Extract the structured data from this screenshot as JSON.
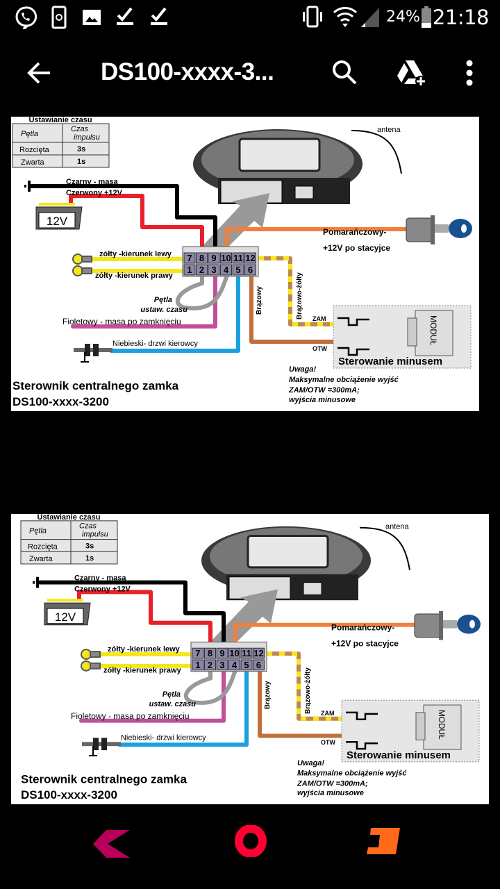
{
  "status_bar": {
    "battery": "24%",
    "time": "21:18",
    "icons": [
      "viber-icon",
      "sync-icon",
      "image-icon",
      "check-download-icon",
      "check-download-icon",
      "vibrate-icon",
      "wifi-icon",
      "signal-icon",
      "battery-icon"
    ]
  },
  "app_bar": {
    "title": "DS100-xxxx-3...",
    "back": "back-arrow-icon",
    "search": "search-icon",
    "drive": "drive-add-icon",
    "menu": "more-vert-icon"
  },
  "diagram": {
    "table": {
      "title": "Ustawianie czasu",
      "col1": "Pętla",
      "col2a": "Czas",
      "col2b": "impulsu",
      "rows": [
        {
          "loop": "Rozcięta",
          "time": "3s"
        },
        {
          "loop": "Zwarta",
          "time": "1s"
        }
      ]
    },
    "labels": {
      "black": "Czarny - masa",
      "red": "Czerwony +12V",
      "battery": "12V",
      "antenna": "antena",
      "orange1": "Pomarańczowy-",
      "orange2": "+12V po stacyjce",
      "yellow_left": "zółty -kierunek lewy",
      "yellow_right": "zółty -kierunek prawy",
      "loop1": "Pętla",
      "loop2": "ustaw. czasu",
      "violet": "Fioletowy - masa po zamknięciu",
      "blue": "Niebieski- drzwi kierowcy",
      "brown": "Brązowy",
      "brown_yellow": "Brązowo-żółty",
      "zam": "ZAM",
      "otw": "OTW",
      "module": "MODUŁ",
      "minus_control": "Sterowanie minusem",
      "note1": "Uwaga!",
      "note2": "Maksymalne obciążenie wyjść",
      "note3": " ZAM/OTW =300mA;",
      "note4": "wyjścia minusowe",
      "title1": "Sterownik centralnego zamka",
      "title2": "DS100-xxxx-3200"
    },
    "pins_top": [
      "7",
      "8",
      "9",
      "10",
      "11",
      "12"
    ],
    "pins_bottom": [
      "1",
      "2",
      "3",
      "4",
      "5",
      "6"
    ],
    "wire_colors": {
      "black": "#000000",
      "red": "#e8202a",
      "orange": "#f08040",
      "yellow": "#f5e61a",
      "violet": "#c0509a",
      "blue": "#1aa0e0",
      "brown": "#c07038",
      "gray": "#b0b0b0"
    }
  },
  "nav_bar": {
    "back": "back-icon",
    "home": "home-icon",
    "recents": "recents-icon",
    "colors": {
      "back": "#b8005a",
      "home": "#ff0033",
      "recents": "#ff6a1a"
    }
  }
}
